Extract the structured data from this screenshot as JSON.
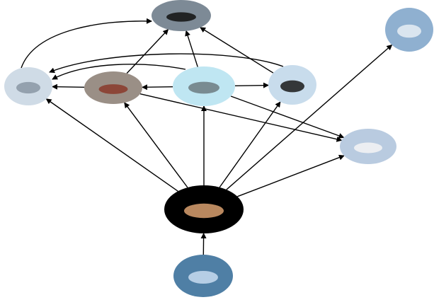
{
  "diagram": {
    "type": "food-web",
    "nodes": [
      {
        "id": "orca",
        "icon": "orca-icon",
        "fill": "#7d8a96",
        "accent": "#111111"
      },
      {
        "id": "humpback-whale",
        "icon": "whale-icon",
        "fill": "#8fb0d0",
        "accent": "#e8eef5"
      },
      {
        "id": "seal",
        "icon": "seal-icon",
        "fill": "#cfdbe6",
        "accent": "#8a96a3"
      },
      {
        "id": "squid",
        "icon": "squid-icon",
        "fill": "#9a8f86",
        "accent": "#8a3a2a"
      },
      {
        "id": "fish",
        "icon": "fish-icon",
        "fill": "#bfe6f2",
        "accent": "#6c7a80"
      },
      {
        "id": "penguin",
        "icon": "penguin-icon",
        "fill": "#c8dcec",
        "accent": "#1a1a1a"
      },
      {
        "id": "albatross",
        "icon": "albatross-icon",
        "fill": "#b9cbe0",
        "accent": "#f4f4f4"
      },
      {
        "id": "krill",
        "icon": "krill-icon",
        "fill": "#000000",
        "accent": "#d9a070"
      },
      {
        "id": "phytoplankton",
        "icon": "phytoplankton-icon",
        "fill": "#4f7fa5",
        "accent": "#c8dcf0"
      }
    ],
    "edges": [
      [
        "phytoplankton",
        "krill"
      ],
      [
        "krill",
        "seal"
      ],
      [
        "krill",
        "squid"
      ],
      [
        "krill",
        "fish"
      ],
      [
        "krill",
        "penguin"
      ],
      [
        "krill",
        "humpback-whale"
      ],
      [
        "krill",
        "albatross"
      ],
      [
        "squid",
        "seal"
      ],
      [
        "fish",
        "squid"
      ],
      [
        "fish",
        "penguin"
      ],
      [
        "squid",
        "albatross"
      ],
      [
        "fish",
        "albatross"
      ],
      [
        "squid",
        "orca"
      ],
      [
        "fish",
        "orca"
      ],
      [
        "penguin",
        "orca"
      ],
      [
        "seal",
        "orca"
      ],
      [
        "penguin",
        "seal"
      ],
      [
        "fish",
        "seal"
      ]
    ],
    "arrow_color": "#000000"
  }
}
